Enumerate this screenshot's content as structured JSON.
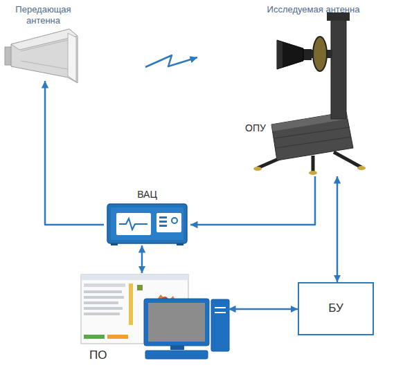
{
  "diagram": {
    "nodes": [
      {
        "text": [
          "Передающая антенна"
        ]
      },
      {
        "text": [
          "Исследуемая антенна"
        ]
      },
      {
        "text": [
          "ОПУ"
        ]
      },
      {
        "text": [
          "ВАЦ"
        ]
      },
      {
        "text": [
          "ПО"
        ]
      },
      {
        "text": [
          "БУ"
        ]
      }
    ],
    "edges": [
      {
        "from": 0,
        "to": 1,
        "arrow": "to"
      },
      {
        "from": 3,
        "to": 0,
        "arrow": "to"
      },
      {
        "from": 2,
        "to": 3,
        "arrow": "to"
      },
      {
        "from": 3,
        "to": 4,
        "arrow": "both"
      },
      {
        "from": 4,
        "to": 5,
        "arrow": "both"
      },
      {
        "from": 5,
        "to": 2,
        "arrow": "both"
      }
    ]
  }
}
